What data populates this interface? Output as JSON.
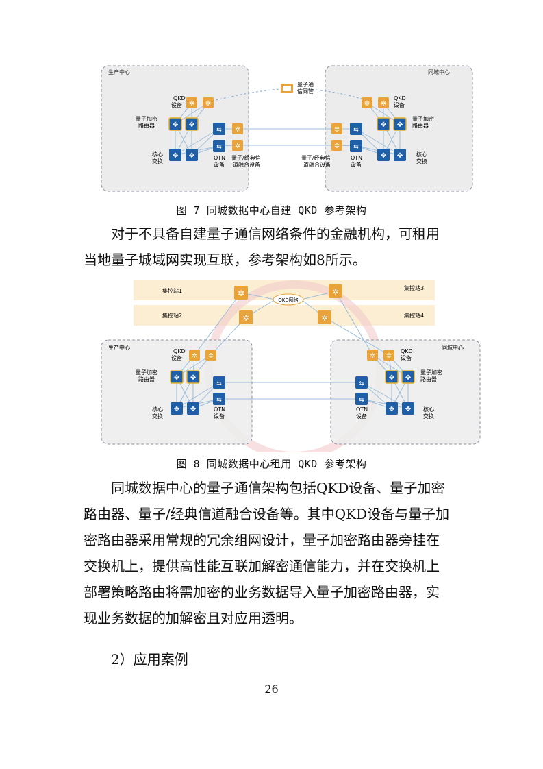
{
  "fig7": {
    "left_box": "生产中心",
    "right_box": "同城中心",
    "mgmt": [
      "量子通",
      "信网管"
    ],
    "qkd": [
      "QKD",
      "设备"
    ],
    "router": [
      "量子加密",
      "路由器"
    ],
    "core": [
      "核心",
      "交换"
    ],
    "otn": [
      "OTN",
      "设备"
    ],
    "fusion": [
      "量子/经典信",
      "道融合设备"
    ],
    "caption": "图 7 同城数据中心自建 QKD 参考架构"
  },
  "para1": [
    "对于不具备自建量子通信网络条件的金融机构，可租用",
    "当地量子城域网实现互联，参考架构如8所示。"
  ],
  "fig8": {
    "station1": "集控站1",
    "station2": "集控站2",
    "station3": "集控站3",
    "station4": "集控站4",
    "network": "QKD网络",
    "left_box": "生产中心",
    "right_box": "同城中心",
    "qkd": [
      "QKD",
      "设备"
    ],
    "router": [
      "量子加密",
      "路由器"
    ],
    "core": [
      "核心",
      "交换"
    ],
    "otn": [
      "OTN",
      "设备"
    ],
    "caption": "图 8 同城数据中心租用 QKD 参考架构"
  },
  "para2": [
    "同城数据中心的量子通信架构包括QKD设备、量子加密",
    "路由器、量子/经典信道融合设备等。其中QKD设备与量子加",
    "密路由器采用常规的冗余组网设计，量子加密路由器旁挂在",
    "交换机上，提供高性能互联加解密通信能力，并在交换机上",
    "部署策略路由将需加密的业务数据导入量子加密路由器，实",
    "现业务数据的加解密且对应用透明。"
  ],
  "para3": "2）应用案例",
  "page_number": "26",
  "colors": {
    "qkd": "#e8a33a",
    "router": "#1f5fa8",
    "box_fill": "#ececec",
    "line": "#9dbedc"
  }
}
